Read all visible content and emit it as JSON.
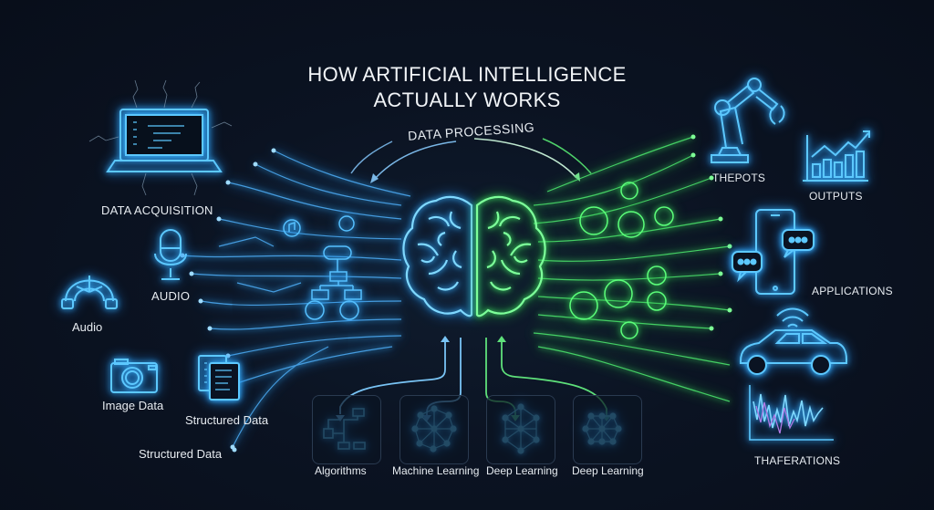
{
  "title": {
    "line1": "HOW ARTIFICIAL INTELLIGENCE",
    "line2": "ACTUALLY WORKS"
  },
  "center": {
    "arc_label": "DATA PROCESSING",
    "brain_icon": "brain-icon"
  },
  "inputs": [
    {
      "label": "DATA ACQUISITION",
      "icon": "laptop-icon"
    },
    {
      "label": "AUDIO",
      "icon": "microphone-icon"
    },
    {
      "label": "Audio",
      "icon": "headphones-icon"
    },
    {
      "label": "Image Data",
      "icon": "camera-icon"
    },
    {
      "label": "Structured Data",
      "icon": "documents-icon"
    },
    {
      "label": "Structured Data",
      "icon": "dot-marker"
    }
  ],
  "methods": [
    {
      "label": "Algorithms",
      "icon": "flowchart-icon"
    },
    {
      "label": "Machine Learning",
      "icon": "neural-network-icon"
    },
    {
      "label": "Deep Learning",
      "icon": "neural-network-icon"
    },
    {
      "label": "Deep Learning",
      "icon": "neural-network-icon"
    }
  ],
  "outputs": [
    {
      "label": "THEPOTS",
      "icon": "robot-arm-icon"
    },
    {
      "label": "OUTPUTS",
      "icon": "bar-chart-icon"
    },
    {
      "label": "APPLICATIONS",
      "icon": "smartphone-chat-icon"
    },
    {
      "label": "",
      "icon": "connected-car-icon"
    },
    {
      "label": "THAFERATIONS",
      "icon": "waveform-chart-icon"
    }
  ],
  "colors": {
    "background": "#0b1322",
    "blue_glow": "#3fb8ff",
    "green_glow": "#4cff70",
    "text": "#e8eef5"
  }
}
